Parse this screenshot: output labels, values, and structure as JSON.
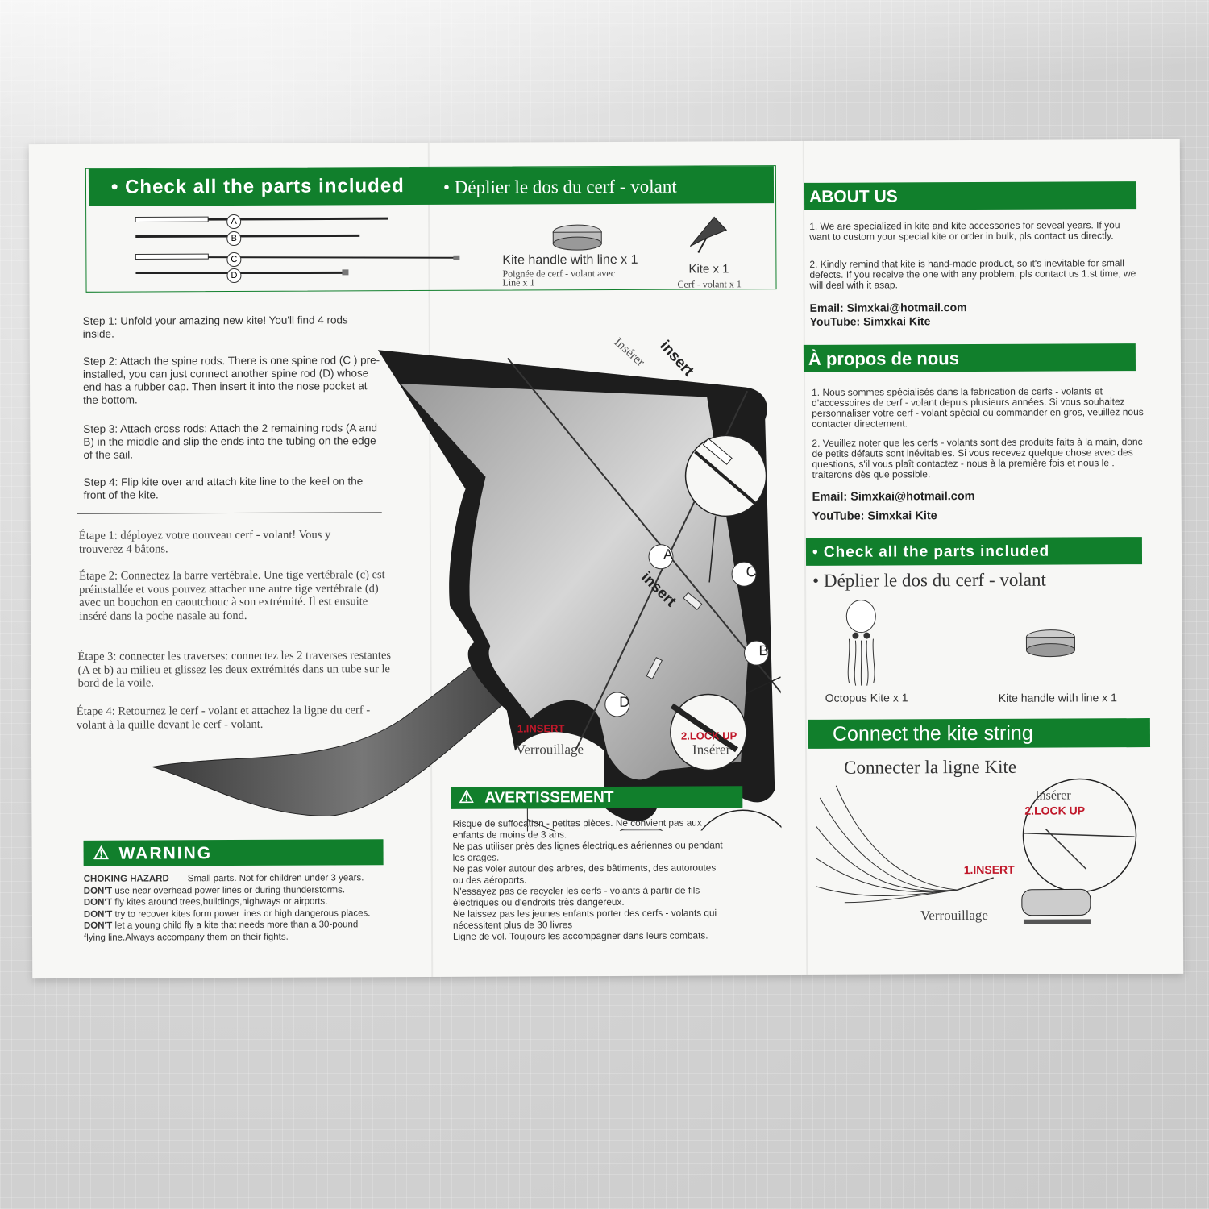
{
  "panel1": {
    "header_en": "• Check all the parts included",
    "header_fr": "• Déplier le dos du cerf - volant",
    "rod_labels": [
      "A",
      "B",
      "C",
      "D"
    ],
    "kite_handle_label": "Kite handle with line x 1",
    "kite_handle_label_fr": "Poignée de cerf - volant avec Line x 1",
    "kite_label": "Kite x 1",
    "kite_label_fr": "Cerf - volant x 1",
    "steps_en": [
      "Step 1:  Unfold your amazing new kite! You'll find 4 rods inside.",
      "Step 2:  Attach the spine rods. There is one spine rod   (C ) pre-installed, you can just connect another spine rod (D) whose end has a rubber cap. Then insert it into the nose pocket at the bottom.",
      "Step 3:  Attach cross rods: Attach the 2 remaining rods (A and  B) in the middle and slip the ends into the tubing on the edge of the sail.",
      "Step 4:  Flip kite over and attach kite line to the keel on the front of the kite."
    ],
    "steps_fr": [
      "Étape 1: déployez votre nouveau cerf - volant! Vous y trouverez 4 bâtons.",
      "Étape 2: Connectez la barre vertébrale. Une tige vertébrale (c) est préinstallée et vous pouvez attacher une autre tige vertébrale (d) avec un bouchon en caoutchouc à son extrémité. Il est ensuite inséré dans la poche nasale au fond.",
      "Étape 3: connecter les traverses: connectez les 2 traverses restantes (A et b) au milieu et glissez les deux extrémités dans un tube sur le bord de la voile.",
      "Étape 4: Retournez le cerf - volant et attachez la ligne du cerf - volant à la quille devant le cerf - volant."
    ],
    "warning_title": "WARNING",
    "warning_lines": [
      {
        "lead": "CHOKING HAZARD",
        "text": "——Small parts. Not  for children under 3 years."
      },
      {
        "lead": "DON'T",
        "text": " use near overhead power lines or during thunderstorms."
      },
      {
        "lead": "DON'T",
        "text": " fly kites around trees,buildings,highways or airports."
      },
      {
        "lead": "DON'T",
        "text": " try to recover kites form power lines or high dangerous places."
      },
      {
        "lead": "DON'T",
        "text": " let a young child fly a kite that needs more than a 30-pound"
      },
      {
        "lead": "",
        "text": "flying line.Always accompany them on their fights."
      }
    ]
  },
  "panel2": {
    "diagram_labels": {
      "inserer": "Insérer",
      "insert_top": "insert",
      "insert_bottom": "insert",
      "A": "A",
      "B": "B",
      "C": "C",
      "D": "D",
      "step_insert": "1.INSERT",
      "verrouillage": "Verrouillage",
      "step_lock": "2.LOCK UP",
      "inserer_2": "Insérer"
    },
    "warning_title": "AVERTISSEMENT",
    "warning_text": [
      "Risque de suffocation - petites pièces. Ne convient pas aux",
      "enfants de moins de 3 ans.",
      "Ne pas utiliser près des lignes électriques aériennes ou pendant",
      "les orages.",
      "Ne pas voler autour des arbres, des bâtiments, des autoroutes",
      "ou des aéroports.",
      "N'essayez pas de recycler les cerfs - volants à partir de fils",
      "électriques ou d'endroits très dangereux.",
      "Ne laissez pas les jeunes enfants porter des cerfs - volants qui",
      "nécessitent plus de 30 livres",
      "Ligne de vol. Toujours les accompagner dans leurs combats."
    ]
  },
  "panel3": {
    "about_title": "ABOUT US",
    "about_text": [
      "1. We are specialized in kite and kite accessories for seveal years. If you want to custom your special kite or order in bulk, pls contact us directly.",
      "2. Kindly remind that kite is hand-made product, so it's inevitable for small defects. If you receive the one with any problem, pls contact us 1.st time, we will deal with it asap."
    ],
    "email": "Email: Simxkai@hotmail.com",
    "youtube": "YouTube: Simxkai Kite",
    "apropos_title": "À propos de nous",
    "apropos_text": [
      "1. Nous sommes spécialisés dans la fabrication de cerfs - volants et d'accessoires de cerf - volant depuis plusieurs années. Si vous souhaitez personnaliser votre cerf - volant spécial ou commander en gros, veuillez nous contacter directement.",
      "2. Veuillez noter que les cerfs - volants sont des produits faits à la main, donc de petits défauts sont inévitables. Si vous recevez quelque chose avec des questions, s'il vous plaît contactez - nous à la première fois et nous le . traiterons dès que possible."
    ],
    "email_fr": "Email: Simxkai@hotmail.com",
    "youtube_fr": "YouTube: Simxkai Kite",
    "check_title": "• Check all the parts included",
    "deplier_title": "• Déplier le dos du cerf - volant",
    "octopus_label": "Octopus Kite   x   1",
    "handle_label": "Kite handle with line   x   1",
    "connect_title": "Connect the kite string",
    "connect_fr": "Connecter la ligne Kite",
    "inserer": "Insérer",
    "step_lock": "2.LOCK UP",
    "step_insert": "1.INSERT",
    "verrouillage": "Verrouillage"
  },
  "colors": {
    "green": "#117f2c",
    "red": "#c0182a",
    "sheet": "#f7f7f5"
  }
}
